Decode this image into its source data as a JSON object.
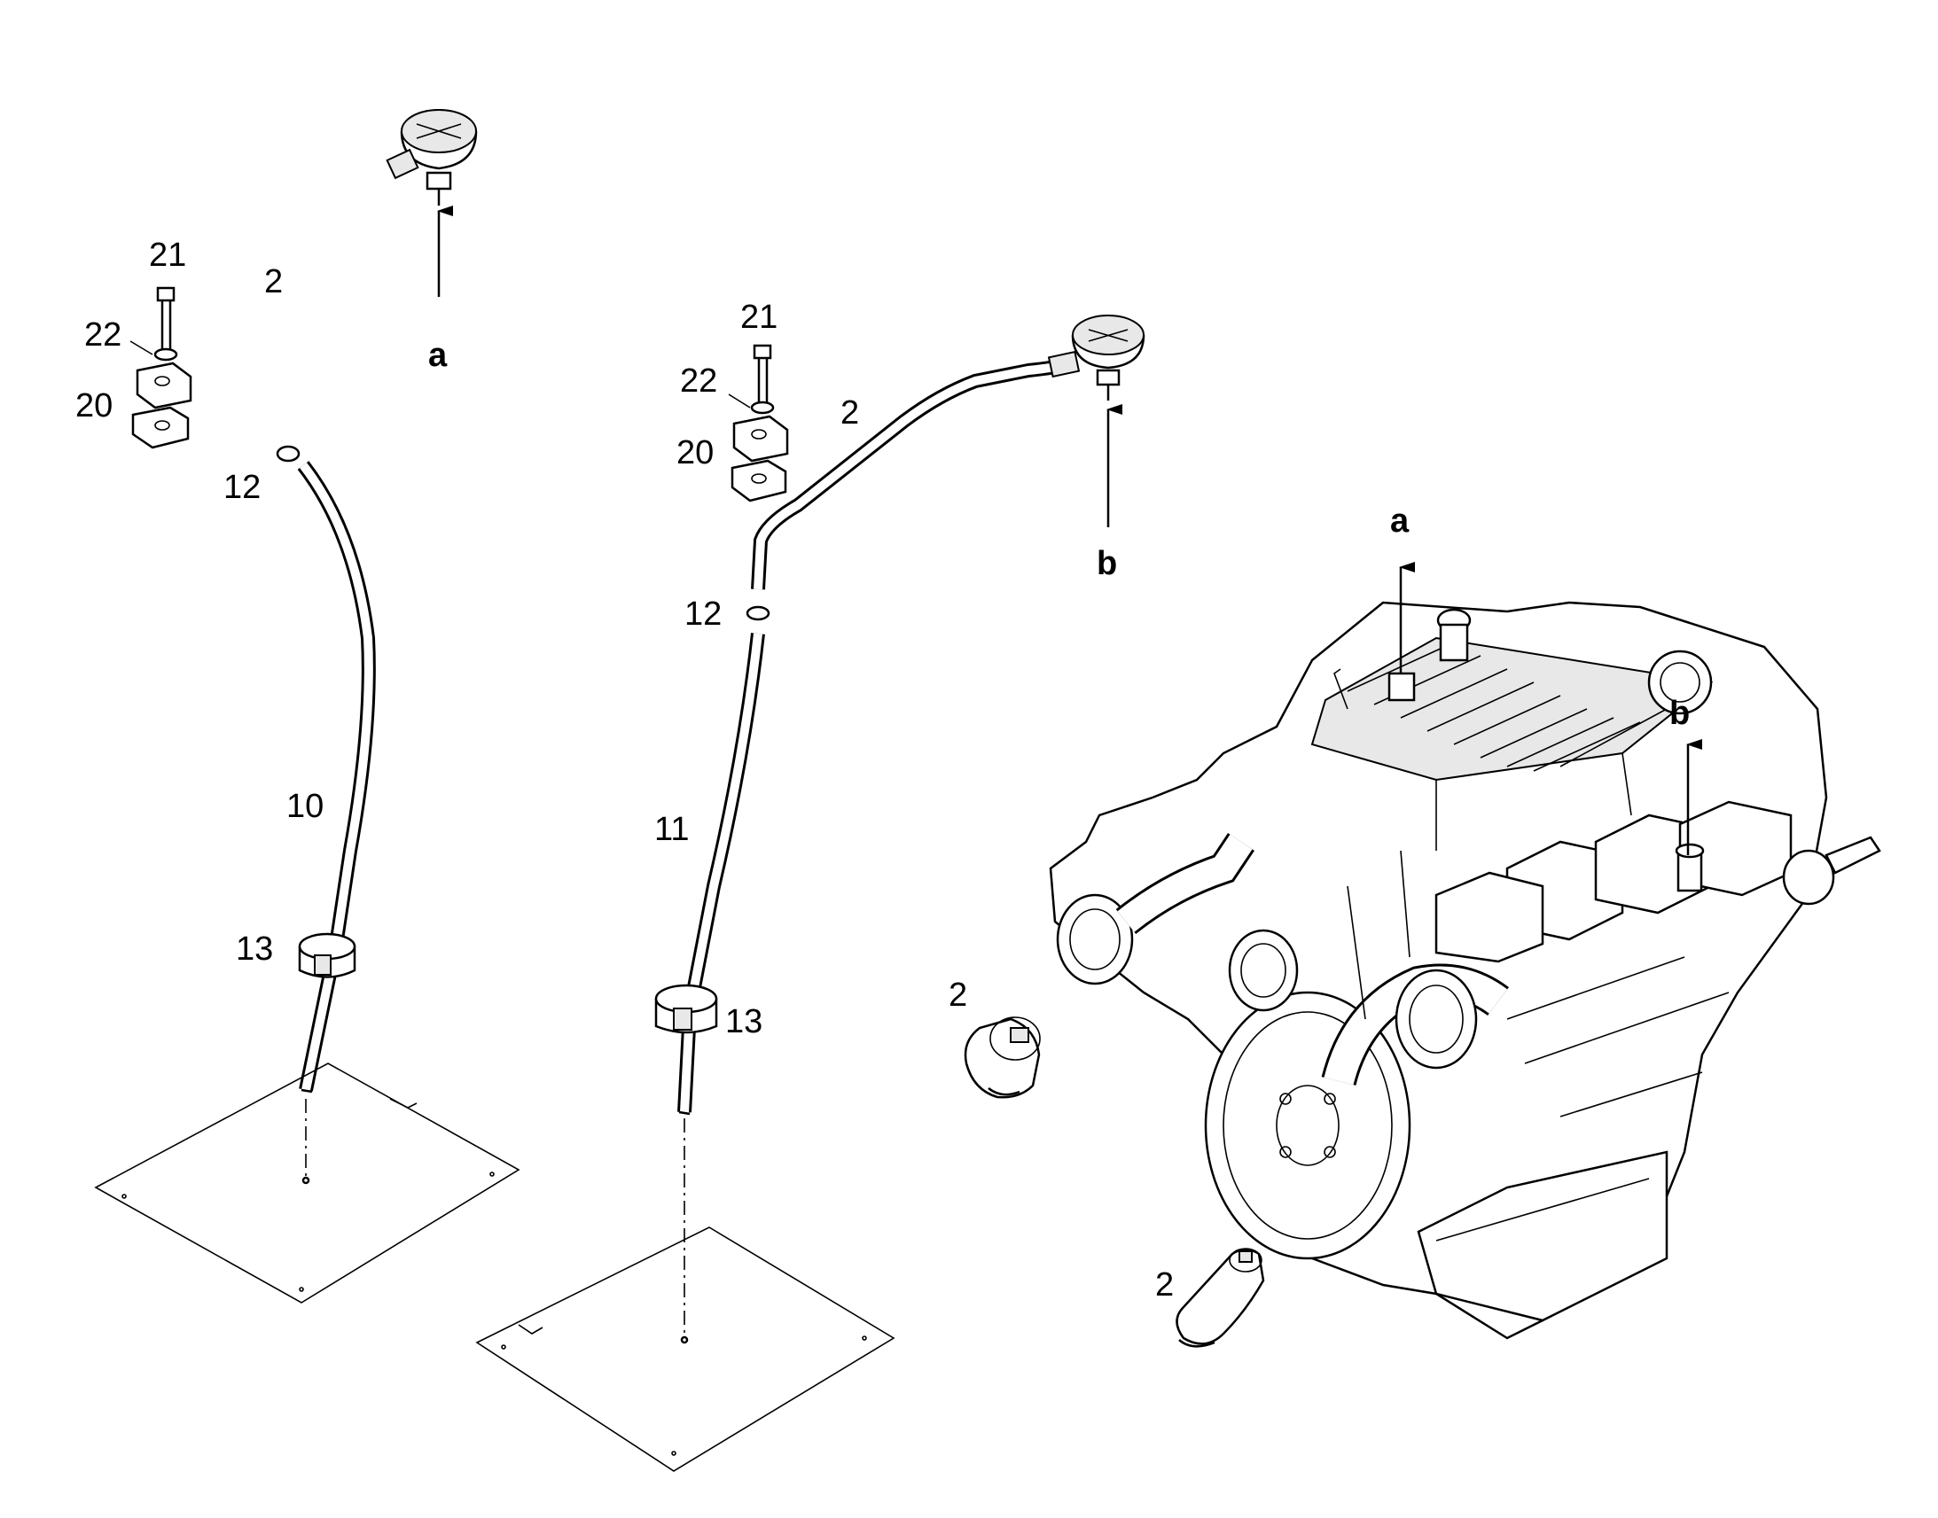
{
  "labels": {
    "left_hose_upper": "2",
    "left_bolt": "21",
    "left_washer": "22",
    "left_clamp": "20",
    "left_connector": "12",
    "left_dipstick_tube": "10",
    "left_clip": "13",
    "left_arrow": "a",
    "mid_bolt": "21",
    "mid_washer": "22",
    "mid_clamp": "20",
    "mid_hose_upper": "2",
    "mid_connector": "12",
    "mid_dipstick_tube": "11",
    "mid_clip": "13",
    "mid_arrow": "b",
    "engine_arrow_a": "a",
    "engine_arrow_b": "b",
    "elbow_upper": "2",
    "elbow_lower": "2"
  },
  "colors": {
    "line": "#000000",
    "background": "#ffffff",
    "part_fill": "#e8e8e8"
  }
}
